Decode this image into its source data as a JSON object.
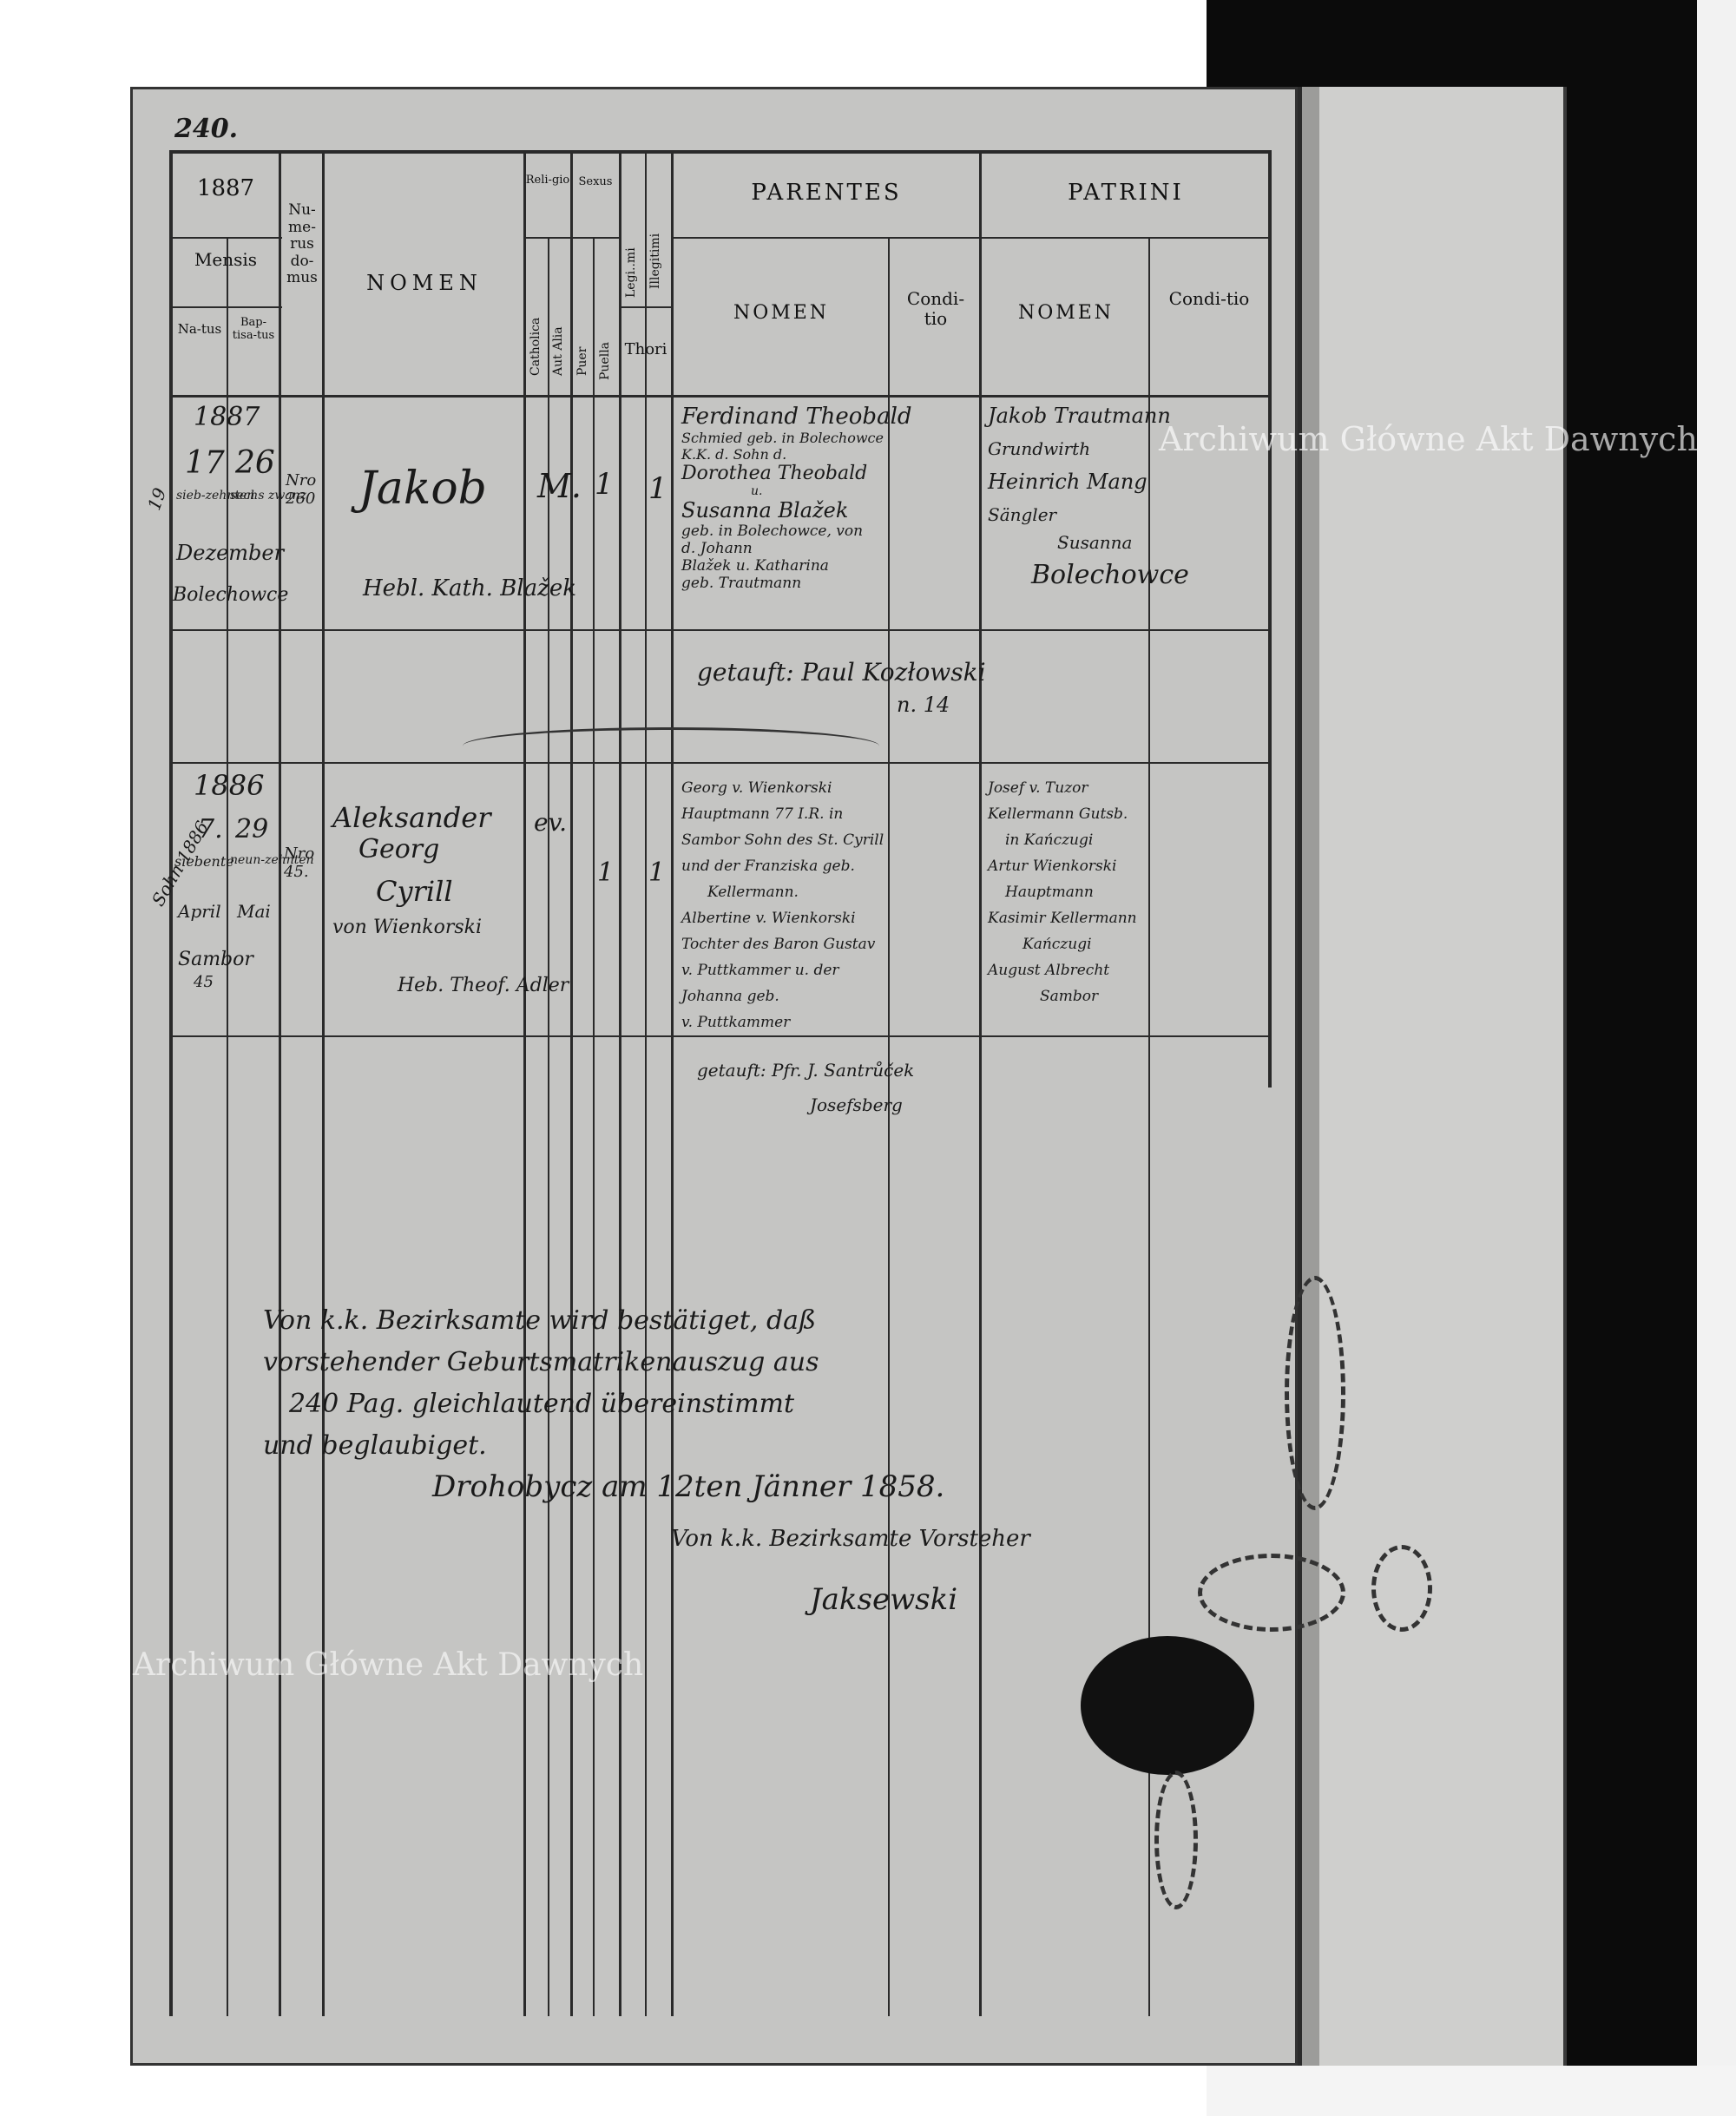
{
  "page_number": "240.",
  "header": {
    "year": "1887",
    "mensis": "Mensis",
    "natus": "Na-tus",
    "baptisatus": "Bap-tisa-tus",
    "numerus_domus": "Nu-me-rus do-mus",
    "nomen": "NOMEN",
    "religio": "Reli-gio",
    "catholica": "Catholica",
    "aut_alia": "Aut Alia",
    "sexus": "Sexus",
    "puer": "Puer",
    "puella": "Puella",
    "legitimi": "Legi..mi",
    "illegitimi": "Illegitimi",
    "thori": "Thori",
    "parentes": "PARENTES",
    "patrini": "PATRINI",
    "parentes_nomen": "NOMEN",
    "parentes_conditio": "Condi-tio",
    "patrini_nomen": "NOMEN",
    "patrini_conditio": "Condi-tio"
  },
  "entries": [
    {
      "margin_note": "19",
      "year": "1887",
      "natus": "17",
      "baptisatus": "26",
      "natus_word": "sieb-zehnten",
      "baptisatus_word": "sechs zwanz",
      "month": "Dezember",
      "place": "Bolechowce",
      "house": "Nro 260",
      "name": "Jakob",
      "name_note": "Hebl. Kath. Blažek",
      "religio": "M.",
      "sexus": "1",
      "legitimi": "1",
      "parentes_lines": [
        "Ferdinand Theobald",
        "Schmied geb. in Bolechowce",
        "K.K. d. Sohn d.",
        "Dorothea Theobald",
        "u.",
        "Susanna Blažek",
        "geb. in Bolechowce, von",
        "d. Johann",
        "Blažek u. Katharina",
        "geb. Trautmann"
      ],
      "patrini_lines": [
        "Jakob Trautmann",
        "Grundwirth",
        "Heinrich Mang",
        "Sängler",
        "Susanna",
        "Bolechowce"
      ],
      "baptized_by": "getauft: Paul Kozłowski",
      "baptized_by_note": "n. 14"
    },
    {
      "margin_note": "Sohn 1886",
      "year": "1886",
      "natus": "7.",
      "baptisatus": "29",
      "natus_word": "siebente",
      "baptisatus_word": "neun-zehnten",
      "month": "April",
      "month2": "Mai",
      "place": "Sambor",
      "place_num": "45",
      "house": "Nro 45.",
      "name_lines": [
        "Aleksander",
        "Georg",
        "Cyrill",
        "von Wienkorski"
      ],
      "name_note": "Heb. Theof. Adler",
      "religio": "ev.",
      "sexus": "1",
      "legitimi": "1",
      "parentes_lines": [
        "Georg v. Wienkorski",
        "Hauptmann 77 I.R. in",
        "Sambor Sohn des St. Cyrill",
        "und der Franziska geb.",
        "Kellermann.",
        "Albertine v. Wienkorski",
        "Tochter des Baron Gustav",
        "v. Puttkammer u. der",
        "Johanna geb.",
        "v. Puttkammer"
      ],
      "patrini_lines": [
        "Josef v. Tuzor",
        "Kellermann Gutsb.",
        "in Kańczugi",
        "Artur Wienkorski",
        "Hauptmann",
        "Kasimir Kellermann",
        "Kańczugi",
        "August Albrecht",
        "Sambor"
      ],
      "baptized_by": "getauft: Pfr. J. Santrůček",
      "baptized_by_note": "Josefsberg"
    }
  ],
  "certification": {
    "lines": [
      "Von k.k. Bezirksamte wird bestätiget, daß",
      "vorstehender Geburtsmatrikenauszug aus",
      "240 Pag. gleichlautend übereinstimmt",
      "und beglaubiget."
    ],
    "date": "Drohobycz am 12ten Jänner 1858.",
    "office": "Von k.k. Bezirksamte Vorsteher",
    "signature": "Jaksewski"
  },
  "watermark_text": "Archiwum Główne Akt Dawnych"
}
